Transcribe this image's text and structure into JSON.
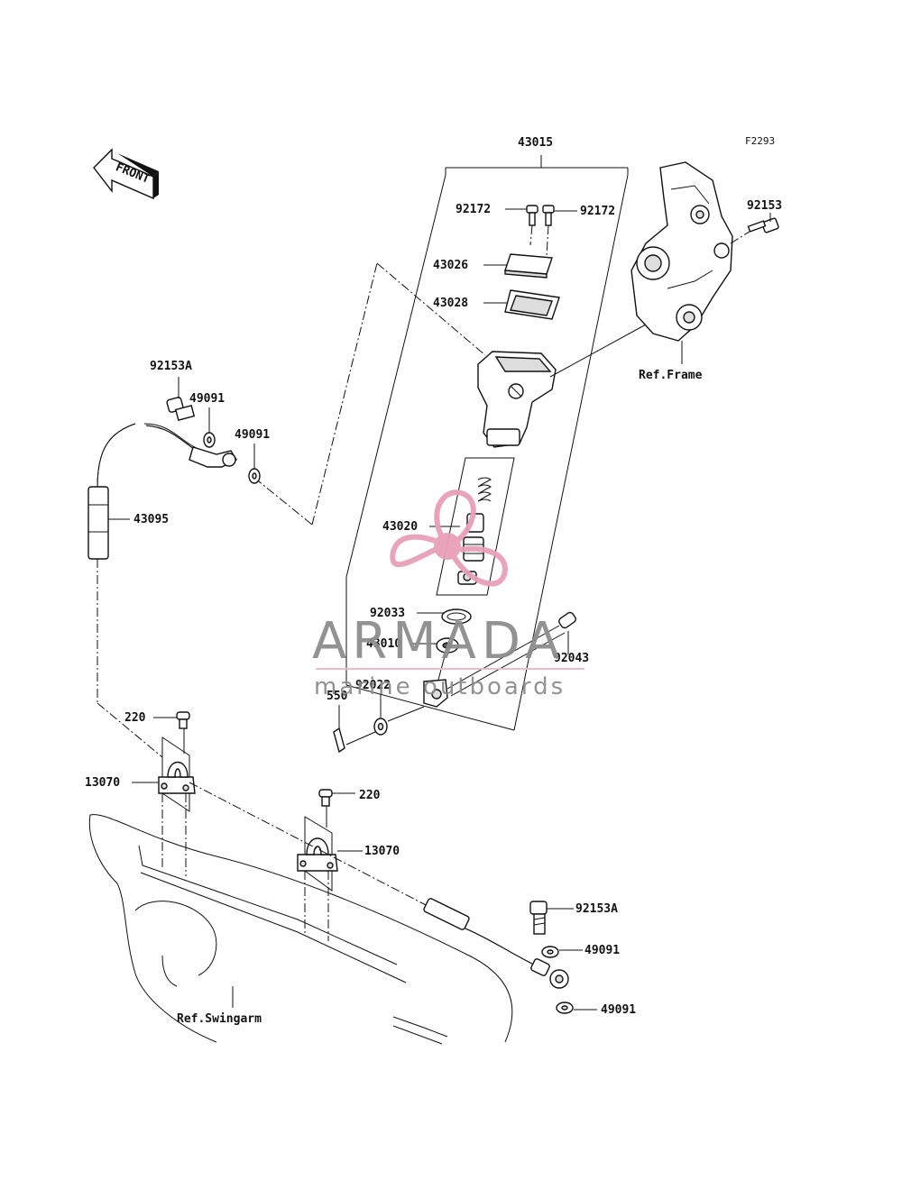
{
  "diagram": {
    "figure_code": "F2293",
    "front_label": "FRONT",
    "ref_frame": "Ref.Frame",
    "ref_swingarm": "Ref.Swingarm",
    "part_labels": {
      "p43015": "43015",
      "p92172a": "92172",
      "p92172b": "92172",
      "p43026": "43026",
      "p43028": "43028",
      "p92153": "92153",
      "p92153A_top": "92153A",
      "p49091_a": "49091",
      "p49091_b": "49091",
      "p43095": "43095",
      "p43020": "43020",
      "p92033": "92033",
      "p43010": "43010",
      "p92043": "92043",
      "p92022": "92022",
      "p550": "550",
      "p220_a": "220",
      "p220_b": "220",
      "p13070_a": "13070",
      "p13070_b": "13070",
      "p92153A_bot": "92153A",
      "p49091_c": "49091",
      "p49091_d": "49091"
    }
  },
  "watermark": {
    "brand": "ARMADA",
    "tagline": "marine outboards",
    "colors": {
      "text": "#8d8d8d",
      "accent": "#e8a0b8",
      "line": "#f0b8c8"
    }
  }
}
